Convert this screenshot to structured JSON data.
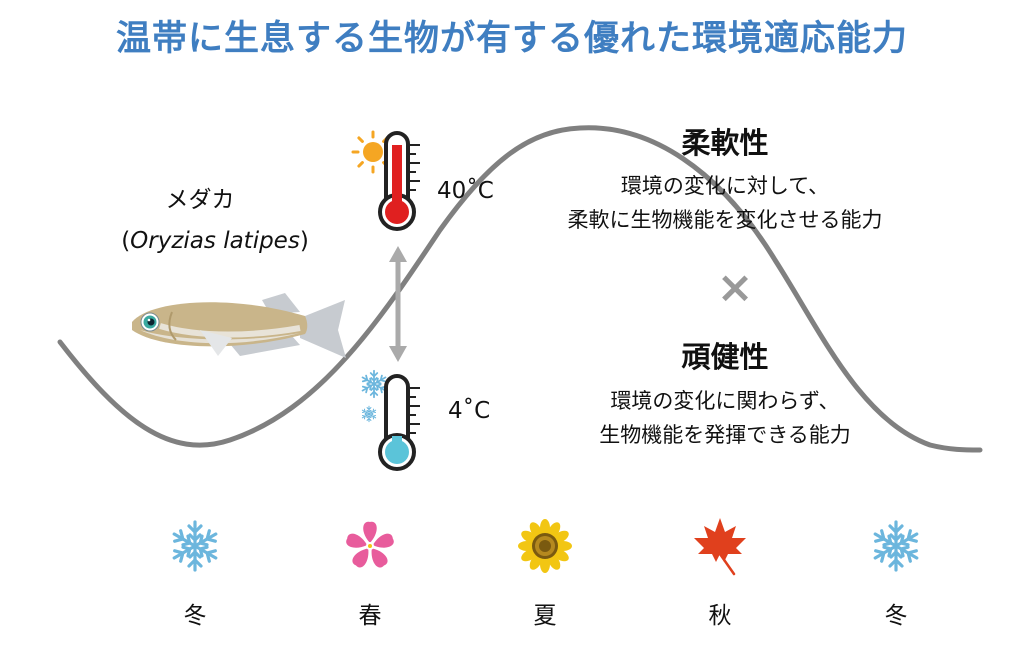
{
  "title": "温帯に生息する生物が有する優れた環境適応能力",
  "fish": {
    "name": "メダカ",
    "scientific_prefix": "(",
    "scientific_name": "Oryzias latipes",
    "scientific_suffix": ")"
  },
  "temperatures": {
    "high": "40˚C",
    "low": "4˚C"
  },
  "flexibility": {
    "heading": "柔軟性",
    "line1": "環境の変化に対して、",
    "line2": "柔軟に生物機能を変化させる能力"
  },
  "times_symbol": "×",
  "robustness": {
    "heading": "頑健性",
    "line1": "環境の変化に関わらず、",
    "line2": "生物機能を発揮できる能力"
  },
  "seasons": [
    {
      "label": "冬",
      "icon": "snowflake-icon",
      "color": "#6cb6dd"
    },
    {
      "label": "春",
      "icon": "sakura-flower-icon",
      "color": "#e85c9c"
    },
    {
      "label": "夏",
      "icon": "sunflower-icon",
      "color": "#f2c613"
    },
    {
      "label": "秋",
      "icon": "maple-leaf-icon",
      "color": "#e0401d"
    },
    {
      "label": "冬",
      "icon": "snowflake-icon",
      "color": "#6cb6dd"
    }
  ],
  "colors": {
    "title": "#3f7ec1",
    "curve": "#808080",
    "thermo_hot": "#e02020",
    "thermo_cold": "#5bc4d9",
    "sun": "#f5a623",
    "snow": "#6cb6dd"
  }
}
